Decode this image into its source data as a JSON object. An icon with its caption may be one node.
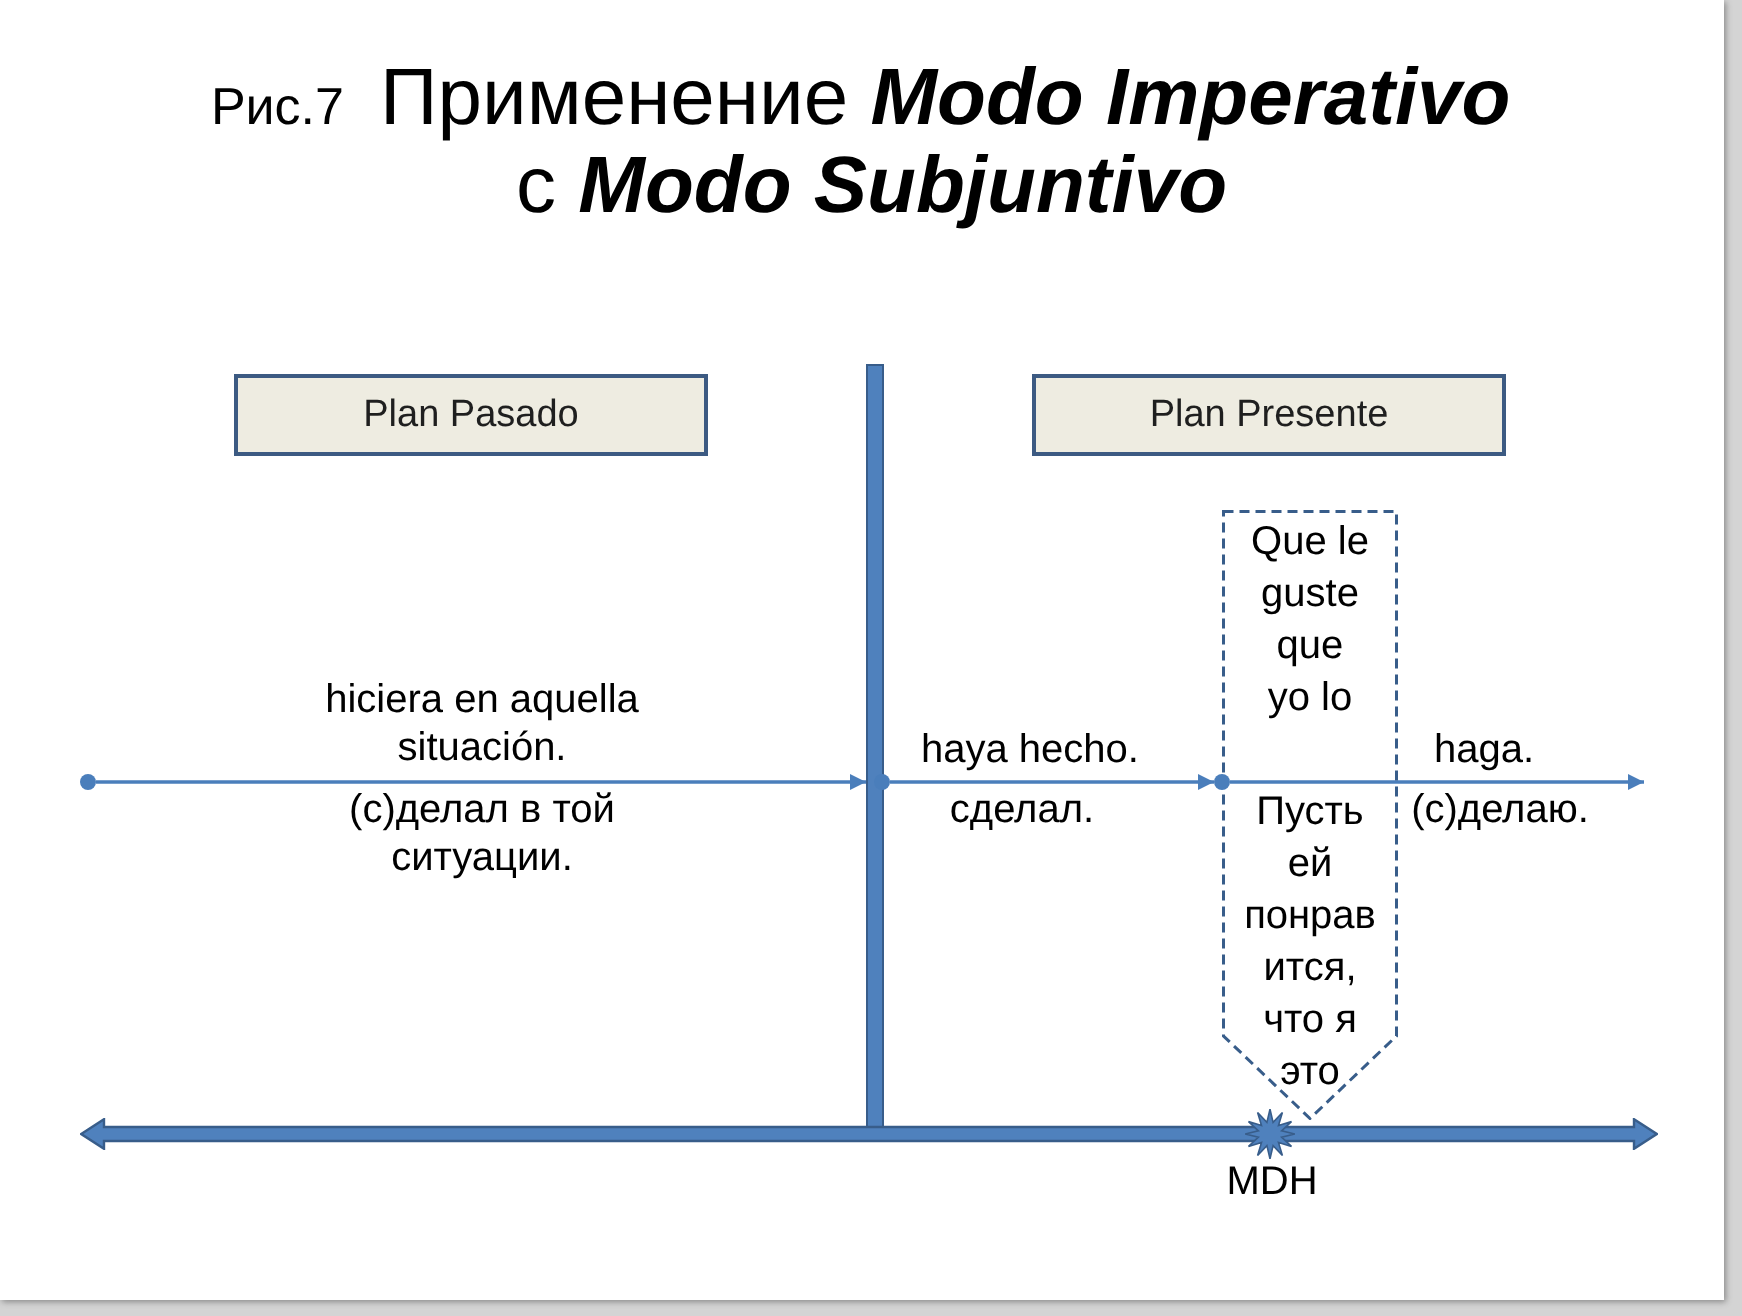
{
  "diagram": {
    "title": "Применение **Modo Imperativo** с **Modo Subjuntivo**",
    "nodes": [
      {
        "text": [
          "Plan Pasado"
        ]
      },
      {
        "text": [],
        "shape": "bar"
      },
      {
        "text": [
          "Plan Presente"
        ]
      },
      {
        "text": [
          "Que le guste que yo lo",
          "Пусть ей понравится, что я это"
        ]
      },
      {
        "text": [],
        "shape": "circle"
      },
      {
        "text": [],
        "shape": "circle"
      },
      {
        "text": [],
        "shape": "circle"
      },
      {
        "text": [],
        "shape": "arrow"
      }
    ],
    "edges": [
      {
        "from": 4,
        "to": 1,
        "arrow": "to"
      },
      {
        "from": 5,
        "to": 6,
        "arrow": "to"
      },
      {
        "from": 6,
        "to": null,
        "arrow": "to"
      }
    ],
    "labels": [
      "Рис.7",
      "hiciera en aquella situación.",
      "(с)делал в той ситуации.",
      "haya hecho.",
      "сделал.",
      "haga.",
      "(с)делаю.",
      "MDH"
    ]
  }
}
